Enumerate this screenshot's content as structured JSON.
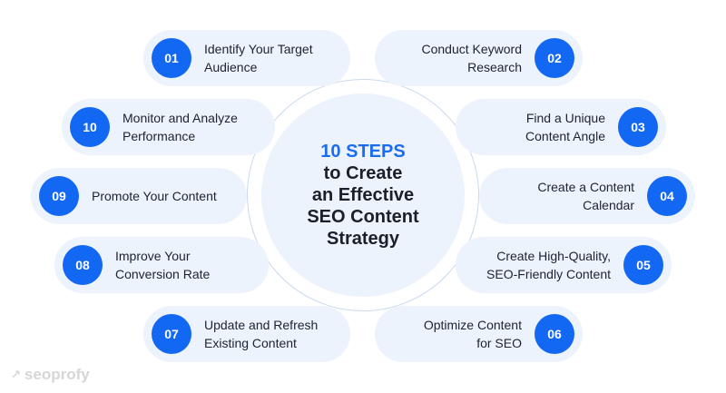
{
  "title": {
    "highlight": "10 STEPS",
    "line2": "to Create",
    "line3": "an Effective",
    "line4": "SEO Content",
    "line5": "Strategy"
  },
  "steps": [
    {
      "number": "01",
      "label": "Identify Your Target\nAudience",
      "side": "left"
    },
    {
      "number": "02",
      "label": "Conduct Keyword\nResearch",
      "side": "right"
    },
    {
      "number": "03",
      "label": "Find a Unique\nContent Angle",
      "side": "right"
    },
    {
      "number": "04",
      "label": "Create a Content\nCalendar",
      "side": "right"
    },
    {
      "number": "05",
      "label": "Create High-Quality,\nSEO-Friendly Content",
      "side": "right"
    },
    {
      "number": "06",
      "label": "Optimize Content\nfor SEO",
      "side": "right"
    },
    {
      "number": "07",
      "label": "Update and Refresh\nExisting Content",
      "side": "left"
    },
    {
      "number": "08",
      "label": "Improve Your\nConversion Rate",
      "side": "left"
    },
    {
      "number": "09",
      "label": "Promote Your Content",
      "side": "left"
    },
    {
      "number": "10",
      "label": "Monitor and Analyze\nPerformance",
      "side": "left"
    }
  ],
  "logo": {
    "icon": "arrow-up-right-icon",
    "glyph": "↗",
    "text": "seoprofy"
  },
  "colors": {
    "accent": "#1268f3",
    "pill_bg": "#edf3fc",
    "text": "#1d2230",
    "ring": "#c9d9ef"
  }
}
